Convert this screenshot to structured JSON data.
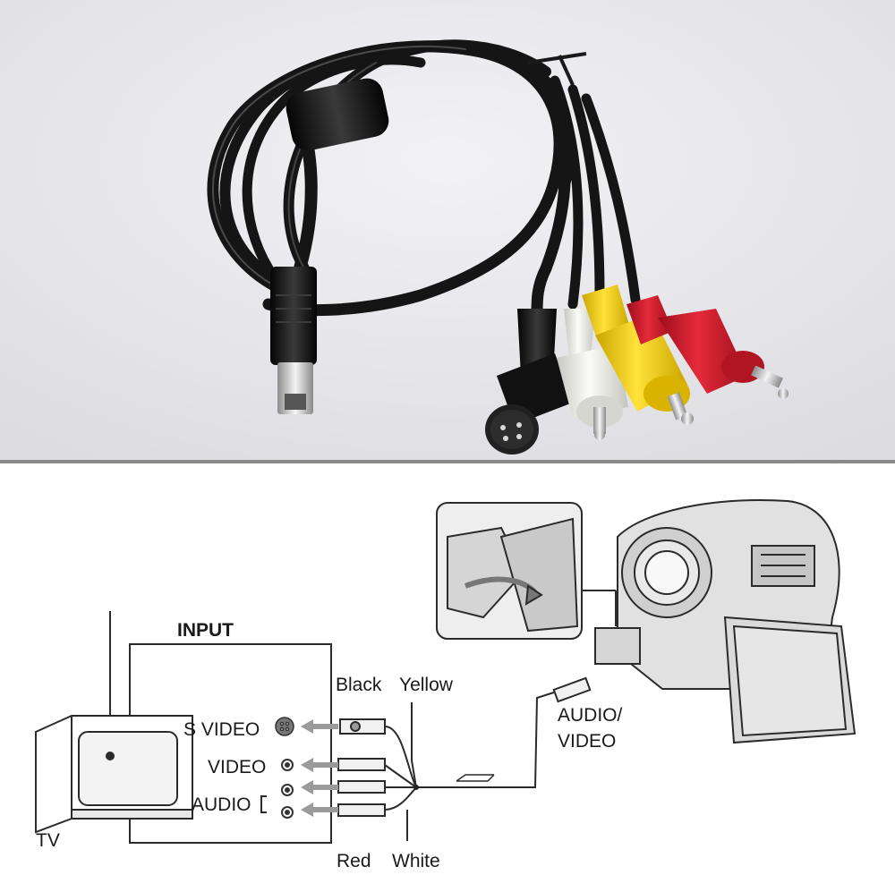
{
  "diagram": {
    "input_label": "INPUT",
    "tv_label": "TV",
    "ports": {
      "s_video": "S VIDEO",
      "video": "VIDEO",
      "audio": "AUDIO"
    },
    "wire_colors": {
      "black": "Black",
      "yellow": "Yellow",
      "red": "Red",
      "white": "White"
    },
    "camera_jack_label_line1": "AUDIO/",
    "camera_jack_label_line2": "VIDEO"
  },
  "colors": {
    "photo_background": "#e6e6ea",
    "cable_black": "#141414",
    "plug_white": "#e9e9e4",
    "plug_yellow": "#f2d21a",
    "plug_red": "#d4192b",
    "line_art": "#333333"
  }
}
